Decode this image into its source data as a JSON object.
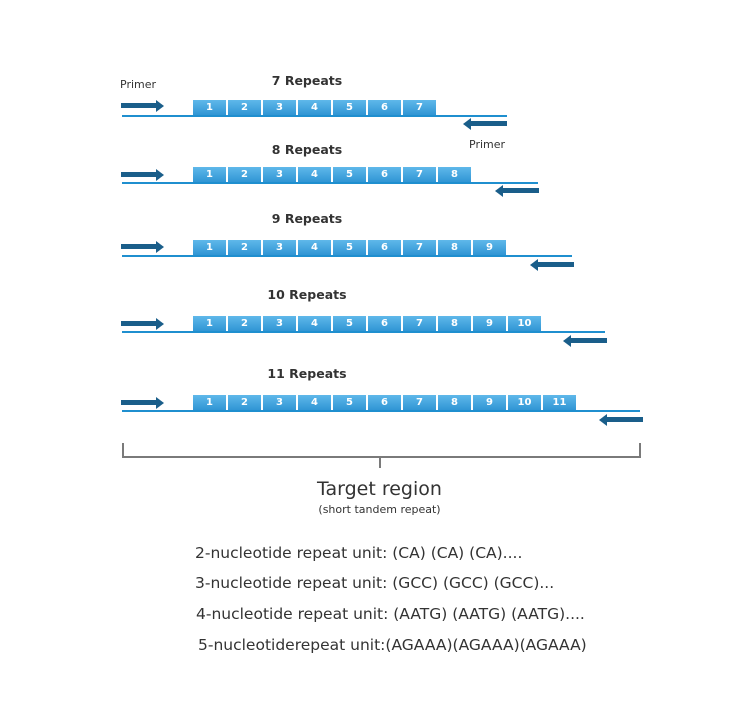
{
  "primer_left_label": "Primer",
  "primer_right_label": "Primer",
  "repeat_sets": [
    {
      "title": "7 Repeats",
      "units": [
        "1",
        "2",
        "3",
        "4",
        "5",
        "6",
        "7"
      ]
    },
    {
      "title": "8 Repeats",
      "units": [
        "1",
        "2",
        "3",
        "4",
        "5",
        "6",
        "7",
        "8"
      ]
    },
    {
      "title": "9 Repeats",
      "units": [
        "1",
        "2",
        "3",
        "4",
        "5",
        "6",
        "7",
        "8",
        "9"
      ]
    },
    {
      "title": "10 Repeats",
      "units": [
        "1",
        "2",
        "3",
        "4",
        "5",
        "6",
        "7",
        "8",
        "9",
        "10"
      ]
    },
    {
      "title": "11 Repeats",
      "units": [
        "1",
        "2",
        "3",
        "4",
        "5",
        "6",
        "7",
        "8",
        "9",
        "10",
        "11"
      ]
    }
  ],
  "target": {
    "title": "Target region",
    "subtitle": "(short tandem repeat)"
  },
  "unit_lines": [
    "2-nucleotide repeat unit: (CA) (CA) (CA)....",
    "3-nucleotide repeat unit: (GCC) (GCC) (GCC)...",
    "4-nucleotide repeat unit: (AATG) (AATG) (AATG)....",
    "5-nucleotiderepeat unit:(AGAAA)(AGAAA)(AGAAA)"
  ],
  "colors": {
    "strand": "#1f8fcf",
    "primer_arrow": "#1a5e8a",
    "repeat_box": "#3a9edb"
  }
}
